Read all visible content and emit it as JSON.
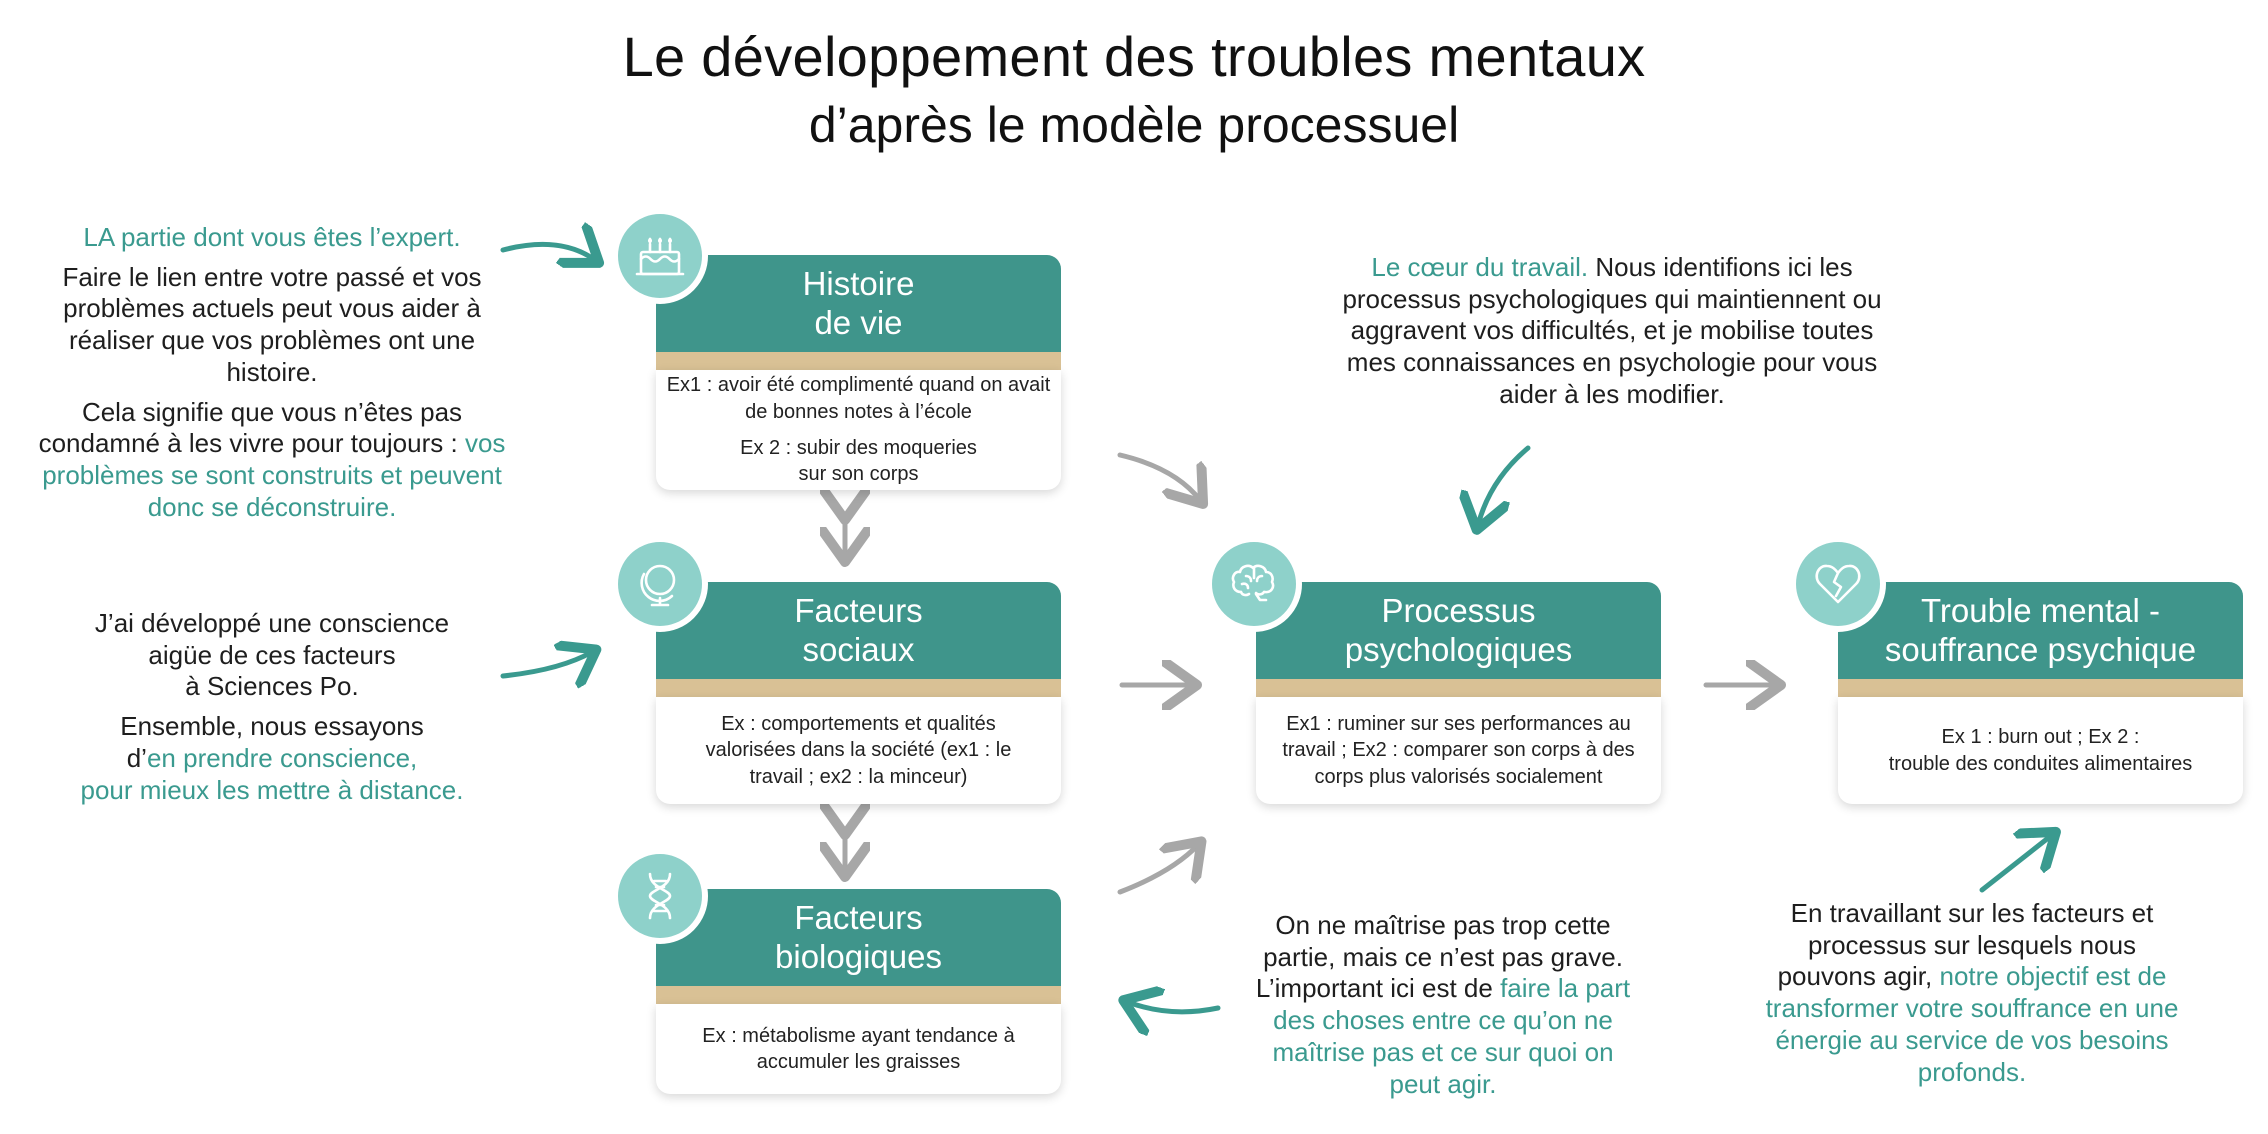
{
  "title": "Le développement des troubles mentaux",
  "subtitle": "d’après le modèle processuel",
  "colors": {
    "teal": "#3f958b",
    "teal_text": "#3a9a8f",
    "icon_circle": "#8ed1ca",
    "band": "#d9c195",
    "arrow_gray": "#a7a7a7"
  },
  "boxes": {
    "histoire": {
      "title_line1": "Histoire",
      "title_line2": "de vie",
      "ex1": "Ex1 : avoir été complimenté quand on avait de bonnes notes à l’école",
      "ex2_line1": "Ex 2 : subir des moqueries",
      "ex2_line2": "sur son corps",
      "icon": "cake-icon"
    },
    "sociaux": {
      "title_line1": "Facteurs",
      "title_line2": "sociaux",
      "ex": "Ex : comportements et qualités valorisées dans la société (ex1 : le travail ; ex2 : la minceur)",
      "icon": "globe-icon"
    },
    "biologiques": {
      "title_line1": "Facteurs",
      "title_line2": "biologiques",
      "ex": "Ex : métabolisme ayant tendance à accumuler les graisses",
      "icon": "dna-icon"
    },
    "processus": {
      "title_line1": "Processus",
      "title_line2": "psychologiques",
      "ex": "Ex1 : ruminer sur ses performances au travail ; Ex2 : comparer son corps à des corps plus valorisés socialement",
      "icon": "brain-icon"
    },
    "trouble": {
      "title_line1": "Trouble mental -",
      "title_line2": "souffrance psychique",
      "ex_line1": "Ex 1 : burn out ; Ex 2 :",
      "ex_line2": "trouble des conduites alimentaires",
      "icon": "broken-heart-icon"
    }
  },
  "notes": {
    "expert": {
      "heading": "LA partie dont vous êtes l’expert.",
      "p1": "Faire le lien entre votre passé et vos problèmes actuels peut vous aider à réaliser que vos problèmes ont une histoire.",
      "p2": "Cela signifie que vous n’êtes pas condamné à les vivre pour toujours :",
      "p2_highlight": "vos problèmes se sont construits et peuvent donc se déconstruire."
    },
    "conscience": {
      "p1_line1": "J’ai développé une conscience",
      "p1_line2": "aigüe de ces facteurs",
      "p1_line3": "à Sciences Po.",
      "p2_line1": "Ensemble, nous essayons",
      "p2_line2_prefix": "d’",
      "p2_line2_highlight": "en prendre conscience,",
      "p2_line3_highlight": "pour mieux les mettre à distance."
    },
    "coeur": {
      "highlight": "Le cœur du travail.",
      "text": " Nous identifions ici les processus psychologiques qui maintiennent ou aggravent vos difficultés, et je mobilise toutes mes connaissances en psychologie pour vous aider à les modifier."
    },
    "maitrise": {
      "text": "On ne maîtrise pas trop cette partie, mais ce n’est pas grave. L’important ici est de",
      "highlight": "faire la part des choses entre ce qu’on ne maîtrise pas et ce sur quoi on peut agir."
    },
    "objectif": {
      "text": "En travaillant sur les facteurs et processus sur lesquels nous pouvons agir,",
      "highlight": "notre objectif est de transformer votre souffrance en une énergie au service de vos besoins profonds."
    }
  }
}
